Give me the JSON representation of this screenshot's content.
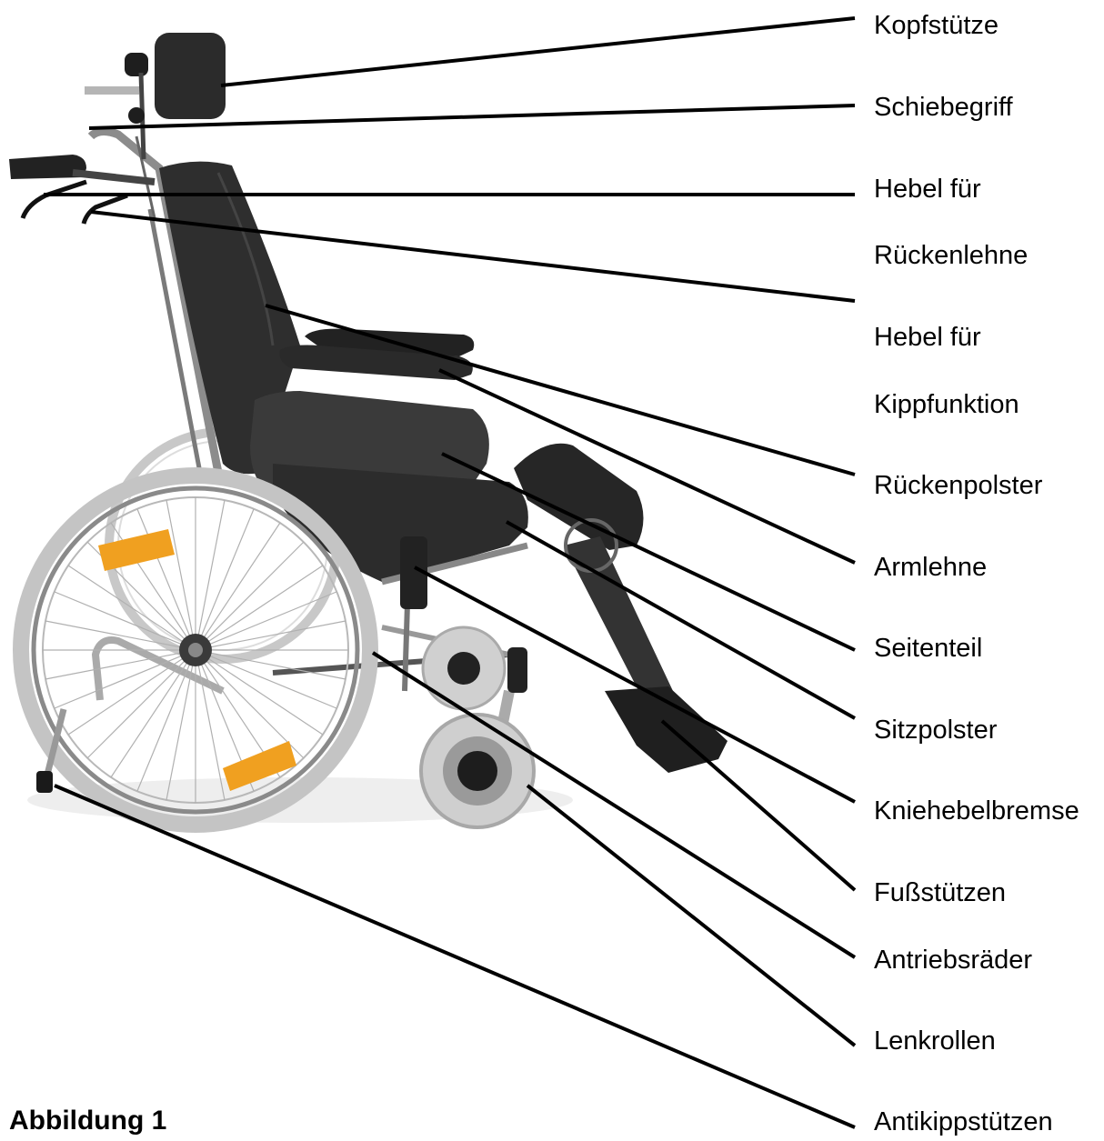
{
  "figure": {
    "caption": "Abbildung 1",
    "subject": "wheelchair-photo"
  },
  "labels": [
    {
      "id": "kopfstuetze",
      "text": "Kopfstütze"
    },
    {
      "id": "schiebegriff",
      "text": "Schiebegriff"
    },
    {
      "id": "hebel-rueckenlehne-1",
      "text": "Hebel für"
    },
    {
      "id": "hebel-rueckenlehne-2",
      "text": "Rückenlehne"
    },
    {
      "id": "hebel-kipp-1",
      "text": "Hebel für"
    },
    {
      "id": "hebel-kipp-2",
      "text": "Kippfunktion"
    },
    {
      "id": "rueckenpolster",
      "text": "Rückenpolster"
    },
    {
      "id": "armlehne",
      "text": "Armlehne"
    },
    {
      "id": "seitenteil",
      "text": "Seitenteil"
    },
    {
      "id": "sitzpolster",
      "text": "Sitzpolster"
    },
    {
      "id": "kniehebelbremse",
      "text": "Kniehebelbremse"
    },
    {
      "id": "fussstuetzen",
      "text": "Fußstützen"
    },
    {
      "id": "antriebsraeder",
      "text": "Antriebsräder"
    },
    {
      "id": "lenkrollen",
      "text": "Lenkrollen"
    },
    {
      "id": "antikippstuetzen",
      "text": "Antikippstützen"
    }
  ],
  "colors": {
    "background": "#ffffff",
    "text": "#000000",
    "leader": "#000000",
    "upholstery": "#2a2a2a",
    "frame": "#9a9a9a",
    "tire": "#bdbdbd",
    "reflector": "#f0a020"
  }
}
